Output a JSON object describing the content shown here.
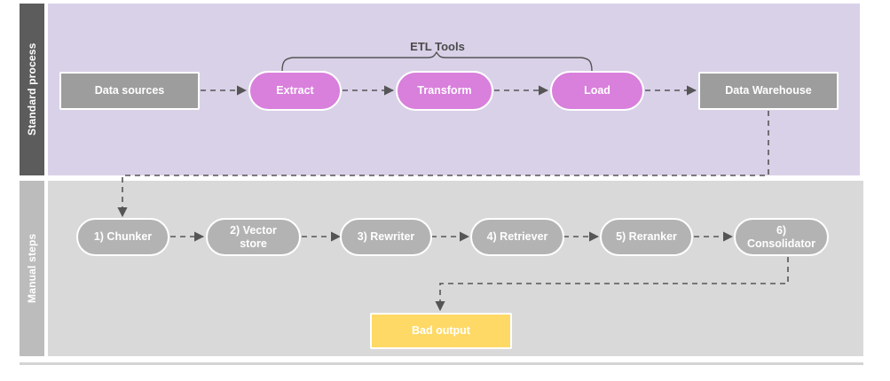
{
  "diagram": {
    "title": "ETL standard process and manual RAG steps",
    "colors": {
      "lane_top_label_bg": "#5c5c5c",
      "lane_top_body_bg": "#d9d1e8",
      "lane_bottom_label_bg": "#bcbcbc",
      "lane_bottom_body_bg": "#d9d9d9",
      "grey_node": "#9d9d9d",
      "pink_node": "#d97fdc",
      "pill_grey_node": "#b3b3b3",
      "yellow_node": "#ffd966",
      "connector": "#555555",
      "node_text": "#ffffff",
      "bracket_text": "#4a4a4a"
    },
    "lanes": [
      {
        "id": "standard-process",
        "label": "Standard process"
      },
      {
        "id": "manual-steps",
        "label": "Manual steps"
      }
    ],
    "annotations": [
      {
        "id": "etl-tools",
        "label": "ETL Tools"
      }
    ],
    "top_nodes": [
      {
        "id": "data-sources",
        "label": "Data sources",
        "shape": "rect",
        "style": "grey"
      },
      {
        "id": "extract",
        "label": "Extract",
        "shape": "pill",
        "style": "pink"
      },
      {
        "id": "transform",
        "label": "Transform",
        "shape": "pill",
        "style": "pink"
      },
      {
        "id": "load",
        "label": "Load",
        "shape": "pill",
        "style": "pink"
      },
      {
        "id": "data-warehouse",
        "label": "Data Warehouse",
        "shape": "rect",
        "style": "grey"
      }
    ],
    "bottom_nodes": [
      {
        "id": "chunker",
        "label": "1) Chunker",
        "shape": "pill",
        "style": "pill-grey"
      },
      {
        "id": "vector-store",
        "label": "2) Vector store",
        "shape": "pill",
        "style": "pill-grey"
      },
      {
        "id": "rewriter",
        "label": "3) Rewriter",
        "shape": "pill",
        "style": "pill-grey"
      },
      {
        "id": "retriever",
        "label": "4) Retriever",
        "shape": "pill",
        "style": "pill-grey"
      },
      {
        "id": "reranker",
        "label": "5) Reranker",
        "shape": "pill",
        "style": "pill-grey"
      },
      {
        "id": "consolidator",
        "label": "6) Consolidator",
        "shape": "pill",
        "style": "pill-grey"
      }
    ],
    "output_nodes": [
      {
        "id": "bad-output",
        "label": "Bad output",
        "shape": "rect",
        "style": "yellow"
      }
    ]
  }
}
